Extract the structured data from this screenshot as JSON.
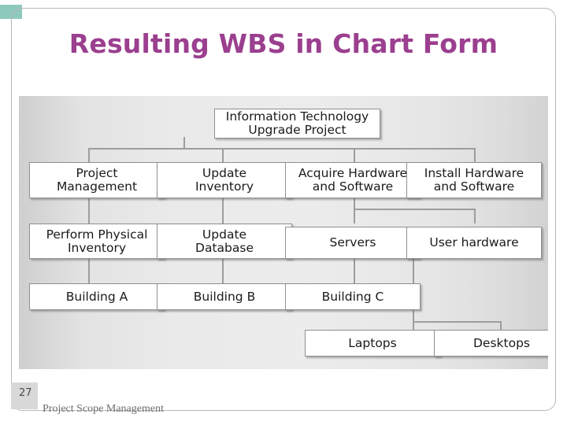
{
  "slide": {
    "title": "Resulting WBS in Chart Form",
    "page_number": "27",
    "footer": "Project Scope Management",
    "accent_color": "#8ec9bd",
    "title_color": "#9b3f8f"
  },
  "chart_data": {
    "type": "diagram",
    "title": "Resulting WBS in Chart Form",
    "nodes": [
      {
        "id": "root",
        "label": "Information Technology\nUpgrade Project",
        "level": 0
      },
      {
        "id": "l1a",
        "label": "Project\nManagement",
        "level": 1
      },
      {
        "id": "l1b",
        "label": "Update\nInventory",
        "level": 1
      },
      {
        "id": "l1c",
        "label": "Acquire Hardware\nand Software",
        "level": 1
      },
      {
        "id": "l1d",
        "label": "Install Hardware\nand Software",
        "level": 1
      },
      {
        "id": "l2a",
        "label": "Perform Physical\nInventory",
        "level": 2
      },
      {
        "id": "l2b",
        "label": "Update\nDatabase",
        "level": 2
      },
      {
        "id": "l2c",
        "label": "Servers",
        "level": 2
      },
      {
        "id": "l2d",
        "label": "User hardware",
        "level": 2
      },
      {
        "id": "l3a",
        "label": "Building A",
        "level": 3
      },
      {
        "id": "l3b",
        "label": "Building B",
        "level": 3
      },
      {
        "id": "l3c",
        "label": "Building C",
        "level": 3
      },
      {
        "id": "l4a",
        "label": "Laptops",
        "level": 4
      },
      {
        "id": "l4b",
        "label": "Desktops",
        "level": 4
      }
    ],
    "edges": [
      [
        "root",
        "l1a"
      ],
      [
        "root",
        "l1b"
      ],
      [
        "root",
        "l1c"
      ],
      [
        "root",
        "l1d"
      ],
      [
        "l1a",
        "l2a"
      ],
      [
        "l1b",
        "l2b"
      ],
      [
        "l1c",
        "l2c"
      ],
      [
        "l1c",
        "l2d"
      ],
      [
        "l2a",
        "l3a"
      ],
      [
        "l2b",
        "l3b"
      ],
      [
        "l2c",
        "l3c"
      ],
      [
        "l2d",
        "l4a"
      ],
      [
        "l2d",
        "l4b"
      ]
    ]
  },
  "nodes": {
    "root": {
      "line1": "Information Technology",
      "line2": "Upgrade Project"
    },
    "l1a": {
      "line1": "Project",
      "line2": "Management"
    },
    "l1b": {
      "line1": "Update",
      "line2": "Inventory"
    },
    "l1c": {
      "line1": "Acquire Hardware",
      "line2": "and Software"
    },
    "l1d": {
      "line1": "Install Hardware",
      "line2": "and Software"
    },
    "l2a": {
      "line1": "Perform Physical",
      "line2": "Inventory"
    },
    "l2b": {
      "line1": "Update",
      "line2": "Database"
    },
    "l2c": {
      "line1": "Servers"
    },
    "l2d": {
      "line1": "User hardware"
    },
    "l3a": {
      "line1": "Building A"
    },
    "l3b": {
      "line1": "Building B"
    },
    "l3c": {
      "line1": "Building C"
    },
    "l4a": {
      "line1": "Laptops"
    },
    "l4b": {
      "line1": "Desktops"
    }
  }
}
